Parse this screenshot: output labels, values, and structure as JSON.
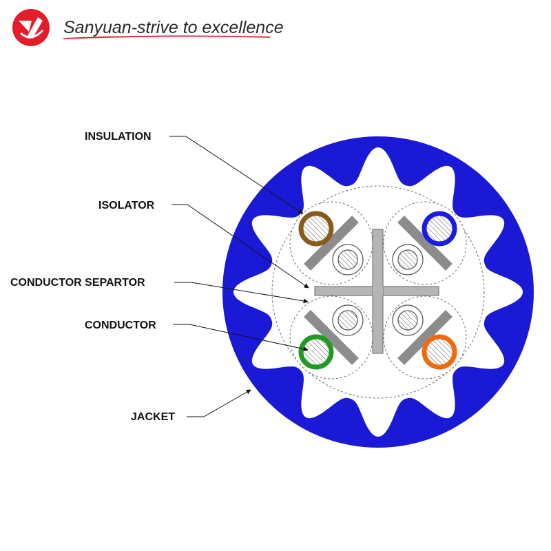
{
  "brand": {
    "tagline": "Sanyuan-strive to excellence",
    "logo_color": "#e41d2b",
    "underline_color": "#e41d2b"
  },
  "labels": {
    "insulation": "INSULATION",
    "isolator": "ISOLATOR",
    "conductor_separator": "CONDUCTOR SEPARTOR",
    "conductor": "CONDUCTOR",
    "jacket": "JACKET"
  },
  "colors": {
    "jacket": "#1a1ad6",
    "insulation_brown": "#8a5a1b",
    "insulation_blue": "#1c1ce0",
    "insulation_green": "#1f9a22",
    "insulation_orange": "#f06a12",
    "isolator": "#8c8c8c",
    "separator": "#b5b5b5"
  }
}
